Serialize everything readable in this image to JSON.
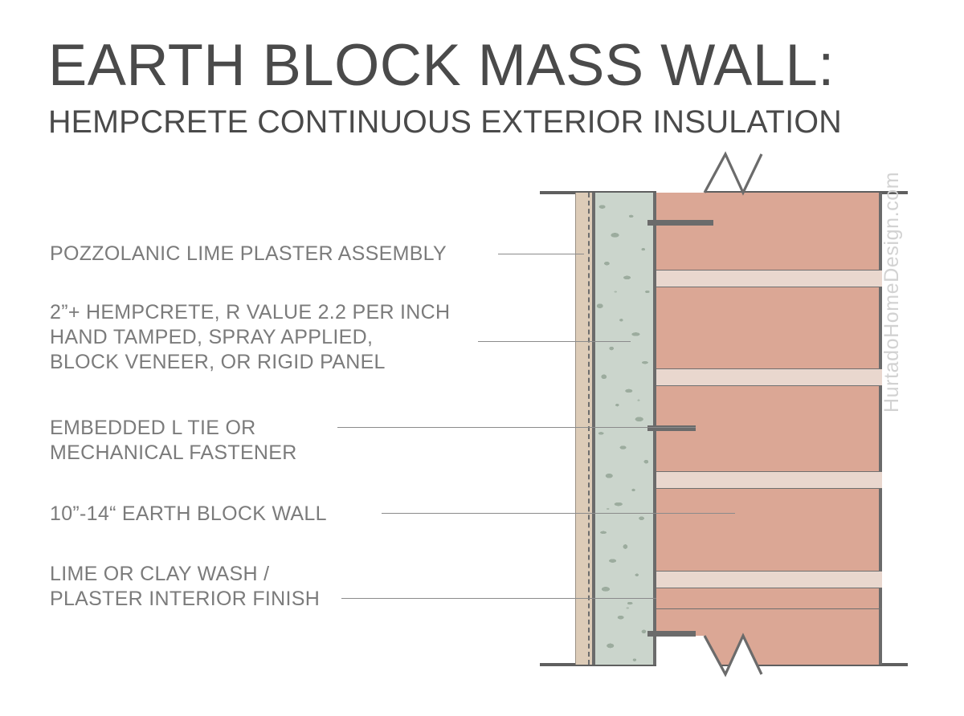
{
  "title": {
    "main": "EARTH BLOCK MASS WALL:",
    "subtitle": "HEMPCRETE CONTINUOUS EXTERIOR INSULATION"
  },
  "labels": [
    {
      "id": "pozzolanic-lime-plaster",
      "lines": [
        "POZZOLANIC LIME PLASTER ASSEMBLY"
      ]
    },
    {
      "id": "hempcrete-insulation",
      "lines": [
        "2”+ HEMPCRETE, R VALUE 2.2 PER INCH",
        "HAND TAMPED, SPRAY APPLIED,",
        "BLOCK VENEER, OR RIGID PANEL"
      ]
    },
    {
      "id": "embedded-l-tie",
      "lines": [
        "EMBEDDED L TIE OR",
        "MECHANICAL FASTENER"
      ]
    },
    {
      "id": "earth-block-wall",
      "lines": [
        "10”-14“ EARTH BLOCK WALL"
      ]
    },
    {
      "id": "interior-finish",
      "lines": [
        "LIME OR CLAY WASH /",
        "PLASTER INTERIOR FINISH"
      ]
    }
  ],
  "watermark": "HurtadoHomeDesign.com",
  "assembly": {
    "layers": [
      {
        "name": "pozzolanic-lime-plaster-layer",
        "color": "#ddccb8"
      },
      {
        "name": "hempcrete-layer",
        "color": "#cbd5cc"
      },
      {
        "name": "earth-block-layer",
        "color": "#dba795"
      },
      {
        "name": "mortar-joint",
        "color": "#e9d7ce"
      }
    ],
    "line_color": "#6b6b6b",
    "text_color": "#7b7b7b",
    "title_color": "#4a4a4a"
  },
  "chart_data": {
    "type": "diagram",
    "title": "EARTH BLOCK MASS WALL: HEMPCRETE CONTINUOUS EXTERIOR INSULATION",
    "orientation": "vertical wall section, exterior at left, interior at right",
    "layers_exterior_to_interior": [
      {
        "layer": "POZZOLANIC LIME PLASTER ASSEMBLY",
        "thickness_px": 23,
        "color": "#ddccb8"
      },
      {
        "layer": "HEMPCRETE CONTINUOUS EXTERIOR INSULATION",
        "thickness_label": "2”+",
        "r_value_per_inch": 2.2,
        "thickness_px": 80,
        "color": "#cbd5cc"
      },
      {
        "layer": "EARTH BLOCK WALL",
        "thickness_label": "10”-14“",
        "thickness_px": 281,
        "color": "#dba795"
      },
      {
        "layer": "LIME OR CLAY WASH / PLASTER INTERIOR FINISH",
        "thickness_px": 4,
        "color": "#6b6b6b"
      }
    ],
    "connectors": {
      "name": "EMBEDDED L TIE OR MECHANICAL FASTENER",
      "count": 3
    },
    "mortar_joint_count": 4,
    "break_symbols": 2
  }
}
